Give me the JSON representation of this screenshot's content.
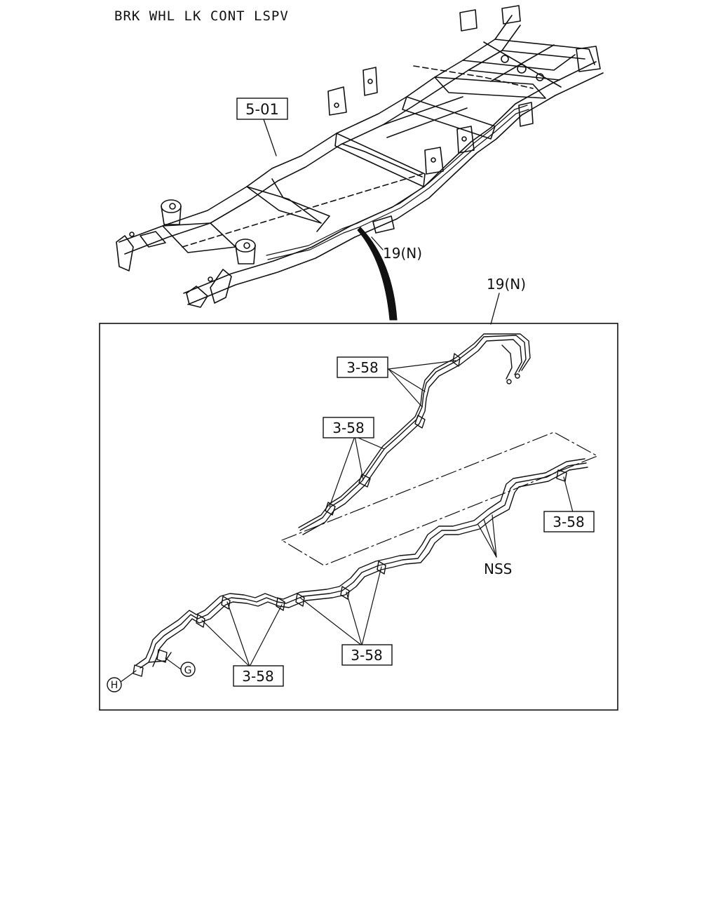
{
  "diagram": {
    "title": "BRK WHL LK CONT LSPV",
    "labels": {
      "frame_ref": "5-01",
      "callout_upper": "19(N)",
      "callout_detail": "19(N)",
      "clip_ref": "3-58",
      "nss": "NSS",
      "conn_g": "G",
      "conn_h": "H"
    }
  }
}
